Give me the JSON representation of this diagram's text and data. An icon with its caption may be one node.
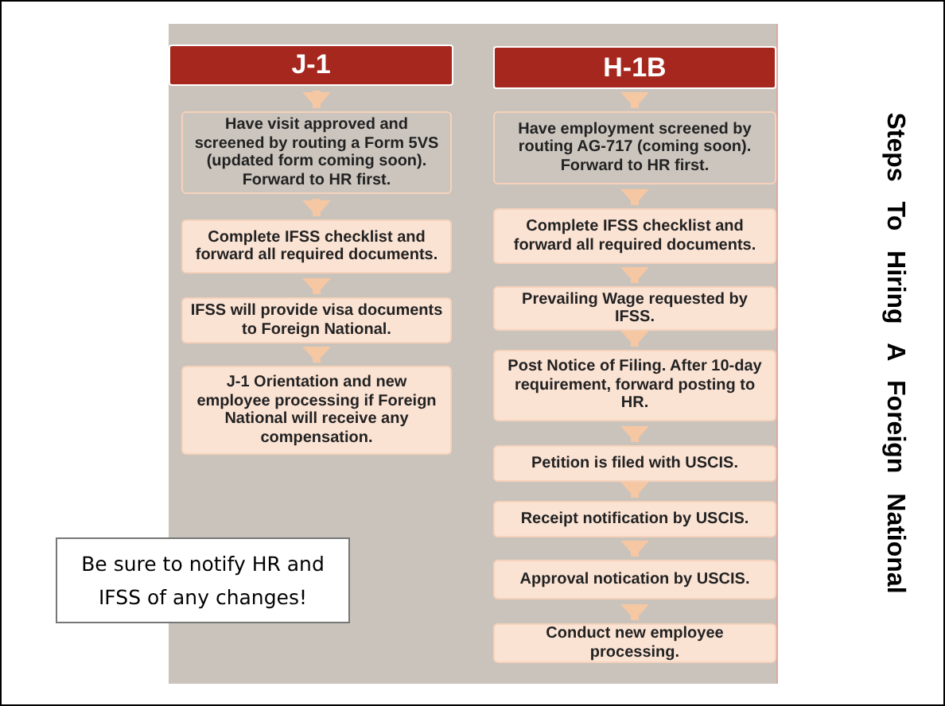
{
  "diagram": {
    "title": "Steps To Hiring A Foreign National",
    "nodes": [
      {
        "text": [
          "J-1"
        ]
      },
      {
        "text": [
          "Have visit approved and screened by routing a Form 5VS (updated form coming soon). Forward to HR first."
        ]
      },
      {
        "text": [
          "Complete IFSS checklist and forward all required documents."
        ]
      },
      {
        "text": [
          "IFSS will provide visa documents to Foreign National."
        ]
      },
      {
        "text": [
          "J-1 Orientation and new employee processing if Foreign National will receive any compensation."
        ]
      },
      {
        "text": [
          "H-1B"
        ]
      },
      {
        "text": [
          "Have employment screened by routing AG-717 (coming soon). Forward to HR first."
        ]
      },
      {
        "text": [
          "Complete IFSS checklist and forward all required documents."
        ]
      },
      {
        "text": [
          "Prevailing Wage requested by IFSS."
        ]
      },
      {
        "text": [
          "Post Notice of Filing.  After 10-day requirement, forward posting to HR."
        ]
      },
      {
        "text": [
          "Petition is filed with USCIS."
        ]
      },
      {
        "text": [
          "Receipt notification by USCIS."
        ]
      },
      {
        "text": [
          "Approval notication by USCIS."
        ]
      },
      {
        "text": [
          "Conduct new employee processing."
        ]
      },
      {
        "text": [
          "Be sure to notify HR and IFSS of any changes!"
        ]
      }
    ],
    "edges": [
      {
        "from": 0,
        "to": 1,
        "arrow": "to"
      },
      {
        "from": 1,
        "to": 2,
        "arrow": "to"
      },
      {
        "from": 2,
        "to": 3,
        "arrow": "to"
      },
      {
        "from": 3,
        "to": 4,
        "arrow": "to"
      },
      {
        "from": 5,
        "to": 6,
        "arrow": "to"
      },
      {
        "from": 6,
        "to": 7,
        "arrow": "to"
      },
      {
        "from": 7,
        "to": 8,
        "arrow": "to"
      },
      {
        "from": 8,
        "to": 9,
        "arrow": "to"
      },
      {
        "from": 9,
        "to": 10,
        "arrow": "to"
      },
      {
        "from": 10,
        "to": 11,
        "arrow": "to"
      },
      {
        "from": 11,
        "to": 12,
        "arrow": "to"
      },
      {
        "from": 12,
        "to": 13,
        "arrow": "to"
      }
    ]
  }
}
